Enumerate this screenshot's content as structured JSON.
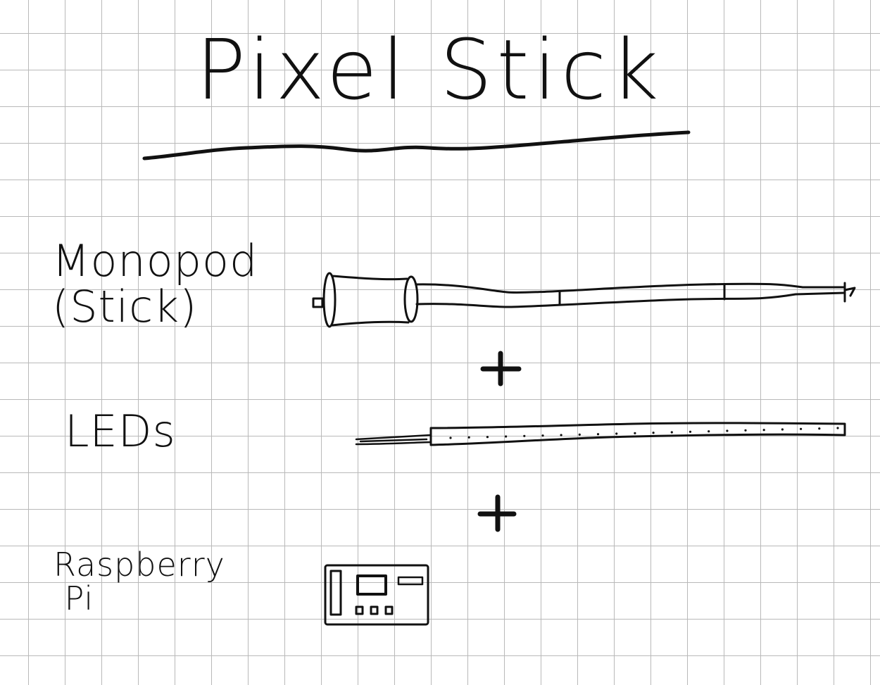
{
  "title": "Pixel Stick",
  "components": [
    {
      "label": "Monopod\n(Stick)",
      "icon": "monopod-icon"
    },
    {
      "label": "LEDs",
      "icon": "led-strip-icon"
    },
    {
      "label": "Raspberry\n Pi",
      "icon": "raspberry-pi-icon"
    }
  ],
  "connector_symbol": "+",
  "led_count": 22
}
